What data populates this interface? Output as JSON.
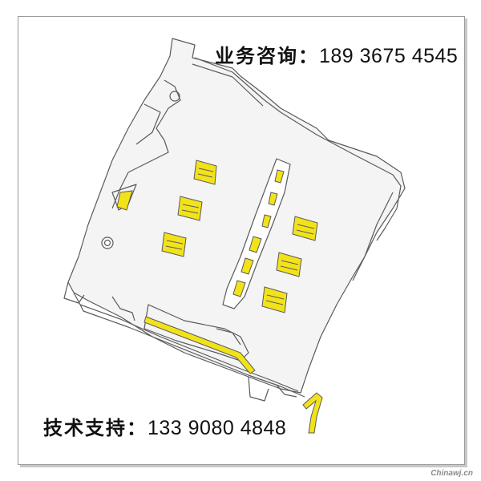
{
  "product": {
    "description_icon": "sim-card-connector-drawing",
    "accent_color": "#f2e21a",
    "line_color": "#5a5a5a"
  },
  "contact": {
    "sales_label": "业务咨询：",
    "sales_phone": "189 3675 4545",
    "tech_label": "技术支持：",
    "tech_phone": "133 9080 4848"
  },
  "watermark": {
    "text": "Chinawj.cn"
  }
}
